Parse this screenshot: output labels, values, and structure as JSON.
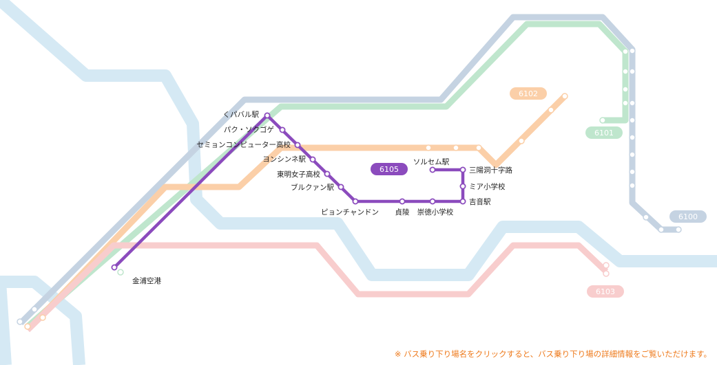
{
  "colors": {
    "route_6105": "#8b4bbd",
    "route_6100": "#c5d3e2",
    "route_6101": "#bfe6cd",
    "route_6102": "#fbcfa8",
    "route_6103": "#f8cdcd",
    "water": "#d5e9f4",
    "note": "#ee7a1c"
  },
  "routes": {
    "r6105": "6105",
    "r6100": "6100",
    "r6101": "6101",
    "r6102": "6102",
    "r6103": "6103"
  },
  "stops": {
    "s01": "くパバル駅",
    "s02": "パク・ソクゴゲ",
    "s03": "セミョンコンピューター高校",
    "s04": "ヨンシンネ駅",
    "s05": "東明女子高校",
    "s06": "ブルクァン駅",
    "s07": "ピョンチャンドン",
    "s08": "貞陵",
    "s09": "崇徳小学校",
    "s10": "吉音駅",
    "s11": "ミア小学校",
    "s12": "三陽洞十字路",
    "s13": "ソルセム駅",
    "s14": "金浦空港"
  },
  "note": "※ バス乗り下り場名をクリックすると、バス乗り下り場の詳細情報をご覧いただけます。"
}
